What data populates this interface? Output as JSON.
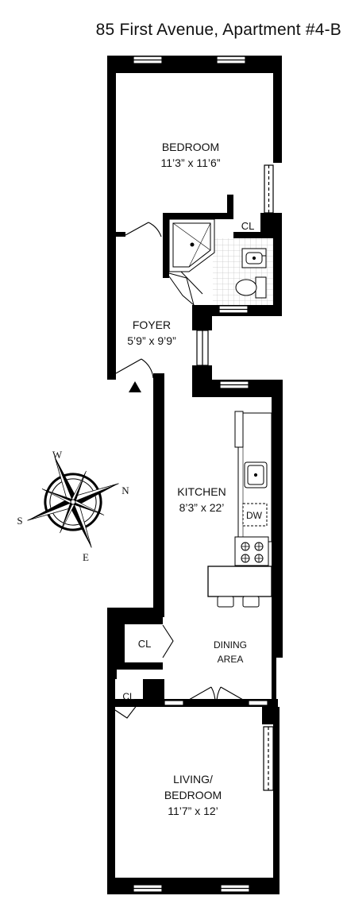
{
  "title": "85 First Avenue, Apartment #4-B",
  "rooms": {
    "bedroom": {
      "name": "BEDROOM",
      "dims": "11’3” x 11’6”"
    },
    "foyer": {
      "name": "FOYER",
      "dims": "5’9” x 9’9”"
    },
    "kitchen": {
      "name": "KITCHEN",
      "dims": "8’3” x 22’"
    },
    "dining": {
      "line1": "DINING",
      "line2": "AREA"
    },
    "living": {
      "line1": "LIVING/",
      "line2": "BEDROOM",
      "dims": "11’7” x 12’"
    }
  },
  "closets": {
    "bedroom": "CL",
    "hall": "CL",
    "living": "CL"
  },
  "appliances": {
    "dishwasher": "DW"
  },
  "compass": {
    "w": "W",
    "n": "N",
    "s": "S",
    "e": "E"
  },
  "colors": {
    "wall": "#000000",
    "fixture": "#444444",
    "tile": "#cfcfcf"
  }
}
